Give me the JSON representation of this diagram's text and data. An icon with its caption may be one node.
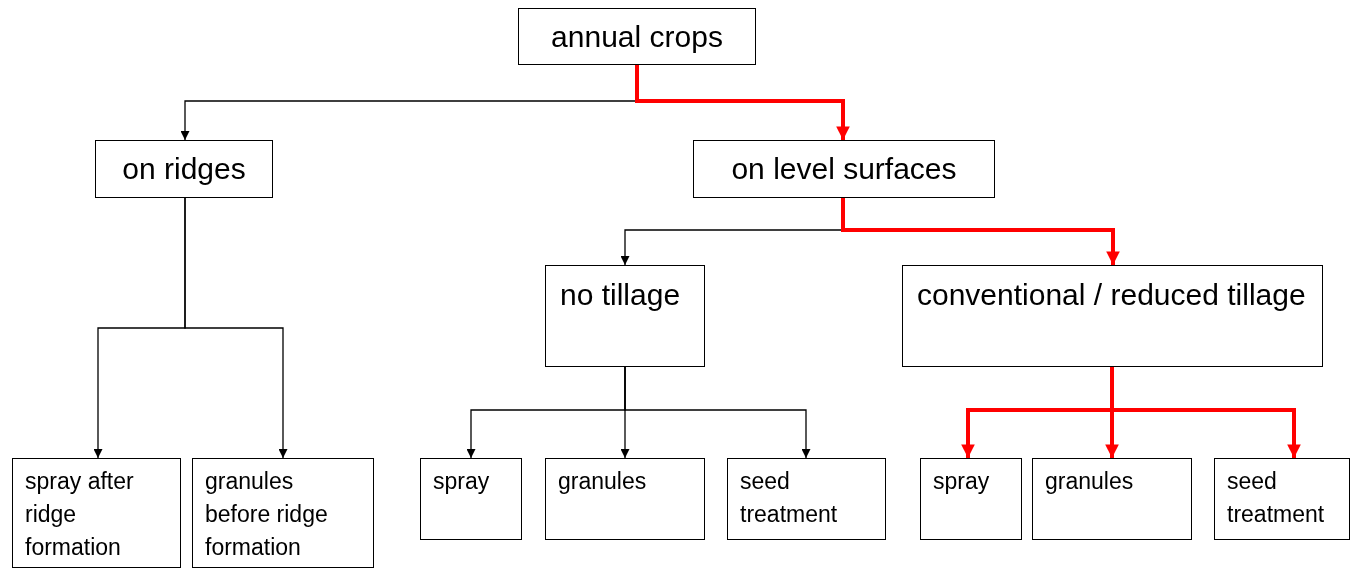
{
  "diagram": {
    "nodes": [
      {
        "text": [
          "annual crops"
        ]
      },
      {
        "text": [
          "on ridges"
        ]
      },
      {
        "text": [
          "on level surfaces"
        ]
      },
      {
        "text": [
          "no tillage"
        ]
      },
      {
        "text": [
          "conventional / reduced tillage"
        ]
      },
      {
        "text": [
          "spray after ridge formation"
        ]
      },
      {
        "text": [
          "granules before ridge formation"
        ]
      },
      {
        "text": [
          "spray"
        ]
      },
      {
        "text": [
          "granules"
        ]
      },
      {
        "text": [
          "seed treatment"
        ]
      },
      {
        "text": [
          "spray"
        ]
      },
      {
        "text": [
          "granules"
        ]
      },
      {
        "text": [
          "seed treatment"
        ]
      }
    ],
    "edges": [
      {
        "from": 0,
        "to": 1,
        "arrow": "to"
      },
      {
        "from": 0,
        "to": 2,
        "arrow": "to",
        "style": "thick",
        "color": "#ff0000"
      },
      {
        "from": 1,
        "to": 5,
        "arrow": "to"
      },
      {
        "from": 1,
        "to": 6,
        "arrow": "to"
      },
      {
        "from": 2,
        "to": 3,
        "arrow": "to"
      },
      {
        "from": 2,
        "to": 4,
        "arrow": "to",
        "style": "thick",
        "color": "#ff0000"
      },
      {
        "from": 3,
        "to": 7,
        "arrow": "to"
      },
      {
        "from": 3,
        "to": 8,
        "arrow": "to"
      },
      {
        "from": 3,
        "to": 9,
        "arrow": "to"
      },
      {
        "from": 4,
        "to": 10,
        "arrow": "to",
        "style": "thick",
        "color": "#ff0000"
      },
      {
        "from": 4,
        "to": 11,
        "arrow": "to",
        "style": "thick",
        "color": "#ff0000"
      },
      {
        "from": 4,
        "to": 12,
        "arrow": "to",
        "style": "thick",
        "color": "#ff0000"
      }
    ]
  }
}
